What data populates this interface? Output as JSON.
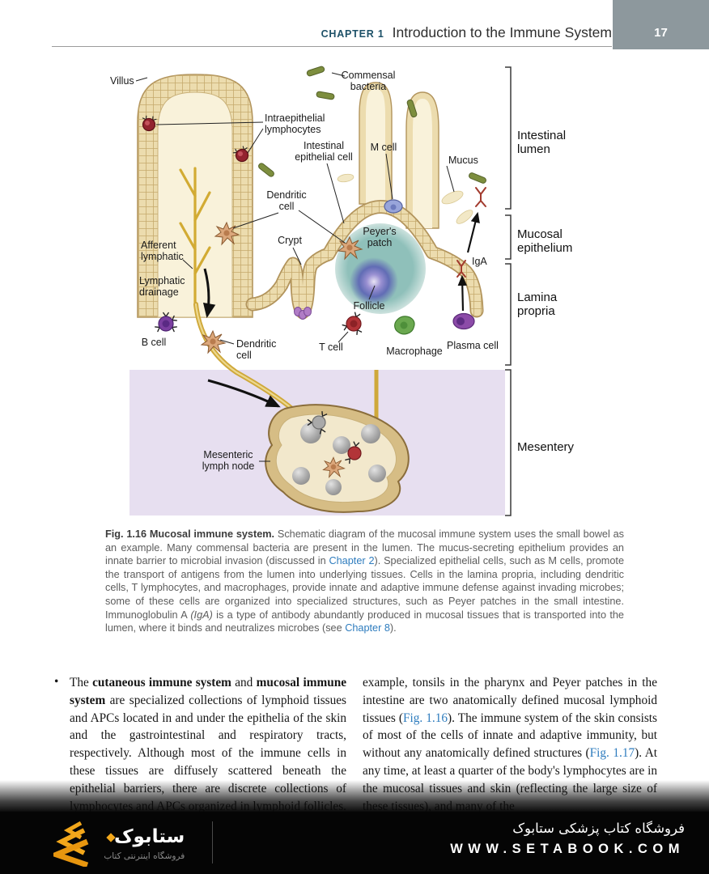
{
  "colors": {
    "accent_teal": "#1d5168",
    "link_blue": "#2e7cbe",
    "badge_gray": "#8d989d",
    "footer_gold": "#f2a71b",
    "panel_lavender": "#e7dff0",
    "patch_teal": "#8fc0ba"
  },
  "header": {
    "chapter": "CHAPTER 1",
    "title": "Introduction to the Immune System",
    "page": "17"
  },
  "figure": {
    "labels": {
      "villus": "Villus",
      "commensal1": "Commensal",
      "commensal2": "bacteria",
      "iel1": "Intraepithelial",
      "iel2": "lymphocytes",
      "epi1": "Intestinal",
      "epi2": "epithelial cell",
      "mcell": "M cell",
      "mucus": "Mucus",
      "dc1a": "Dendritic",
      "dc1b": "cell",
      "crypt": "Crypt",
      "peyers1": "Peyer's",
      "peyers2": "patch",
      "afferent1": "Afferent",
      "afferent2": "lymphatic",
      "drain1": "Lymphatic",
      "drain2": "drainage",
      "iga": "IgA",
      "follicle": "Follicle",
      "bcell": "B cell",
      "dc2a": "Dendritic",
      "dc2b": "cell",
      "tcell": "T cell",
      "macrophage": "Macrophage",
      "plasma": "Plasma cell",
      "node1": "Mesenteric",
      "node2": "lymph node"
    },
    "regions": {
      "lumen1": "Intestinal",
      "lumen2": "lumen",
      "muco1": "Mucosal",
      "muco2": "epithelium",
      "lam1": "Lamina",
      "lam2": "propria",
      "mes": "Mesentery"
    }
  },
  "caption": {
    "segments": [
      {
        "t": "Fig. 1.16",
        "s": "b"
      },
      {
        "t": " Mucosal immune system. ",
        "s": "b"
      },
      {
        "t": "Schematic diagram of the mucosal immune system uses the small bowel as an example. Many commensal bacteria are present in the lumen. The mucus-secreting epithelium provides an innate barrier to microbial invasion (discussed in "
      },
      {
        "t": "Chapter 2",
        "s": "link"
      },
      {
        "t": "). Specialized epithelial cells, such as M cells, promote the transport of antigens from the lumen into underlying tissues. Cells in the lamina propria, including dendritic cells, T lymphocytes, and macrophages, provide innate and adaptive immune defense against invading microbes; some of these cells are organized into specialized structures, such as Peyer patches in the small intestine. Immunoglobulin A "
      },
      {
        "t": "(IgA)",
        "s": "i"
      },
      {
        "t": " is a type of antibody abundantly produced in mucosal tissues that is transported into the lumen, where it binds and neutralizes microbes (see "
      },
      {
        "t": "Chapter 8",
        "s": "link"
      },
      {
        "t": ")."
      }
    ]
  },
  "body": {
    "left": {
      "bullet": "•",
      "segments": [
        {
          "t": "The "
        },
        {
          "t": "cutaneous immune system",
          "s": "b"
        },
        {
          "t": " and "
        },
        {
          "t": "mucosal immune system",
          "s": "b"
        },
        {
          "t": " are specialized collections of lymphoid tissues and APCs located in and under the epithelia of the skin and the gastrointestinal and respiratory tracts, respectively. Although most of the immune cells in these tissues are diffusely scattered beneath the epithelial barriers, there are discrete collections of lymphocytes and APCs organized in lymphoid follicles. For"
        }
      ]
    },
    "right": {
      "segments": [
        {
          "t": "example, tonsils in the pharynx and Peyer patches in the intestine are two anatomically defined mucosal lymphoid tissues ("
        },
        {
          "t": "Fig. 1.16",
          "s": "link"
        },
        {
          "t": "). The immune system of the skin consists of most of the cells of innate and adaptive immunity, but without any anatomically defined structures ("
        },
        {
          "t": "Fig. 1.17",
          "s": "link"
        },
        {
          "t": "). At any time, at least a quarter of the body's lymphocytes are in the mucosal tissues and skin (reflecting the large size of these tissues), and many of the"
        }
      ]
    }
  },
  "footer": {
    "brand_fa": "ستابوک",
    "brand_sub_fa": "فروشگاه اینترنتی کتاب",
    "store_fa": "فروشگاه کتاب پزشکی ستابوک",
    "url": "WWW.SETABOOK.COM"
  }
}
